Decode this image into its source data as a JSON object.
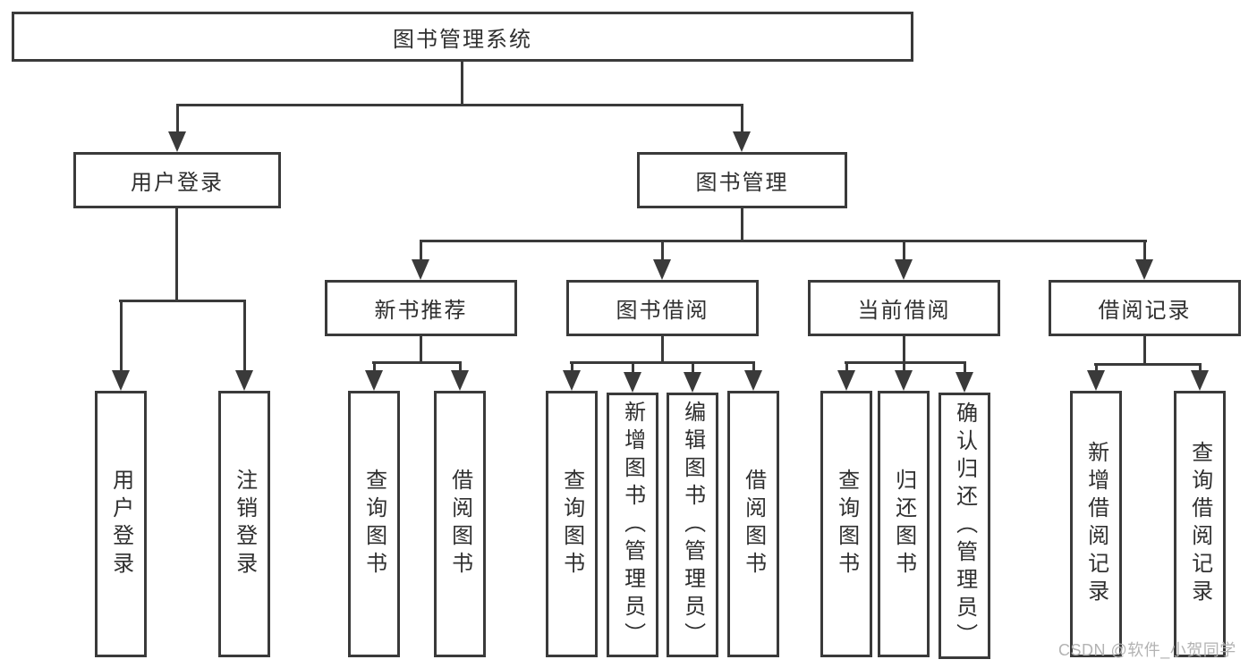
{
  "diagram": {
    "type": "hierarchy-tree",
    "direction": "top-down",
    "tree": {
      "root": {
        "label": "图书管理系统"
      },
      "level2": [
        {
          "label": "用户登录",
          "parent": "图书管理系统"
        },
        {
          "label": "图书管理",
          "parent": "图书管理系统"
        }
      ],
      "level3": [
        {
          "label": "新书推荐",
          "parent": "图书管理"
        },
        {
          "label": "图书借阅",
          "parent": "图书管理"
        },
        {
          "label": "当前借阅",
          "parent": "图书管理"
        },
        {
          "label": "借阅记录",
          "parent": "图书管理"
        }
      ],
      "leaves": [
        {
          "label": "用户登录",
          "parent": "用户登录"
        },
        {
          "label": "注销登录",
          "parent": "用户登录"
        },
        {
          "label": "查询图书",
          "parent": "新书推荐"
        },
        {
          "label": "借阅图书",
          "parent": "新书推荐"
        },
        {
          "label": "查询图书",
          "parent": "图书借阅"
        },
        {
          "label": "新增图书（管理员）",
          "parent": "图书借阅"
        },
        {
          "label": "编辑图书（管理员）",
          "parent": "图书借阅"
        },
        {
          "label": "借阅图书",
          "parent": "图书借阅"
        },
        {
          "label": "查询图书",
          "parent": "当前借阅"
        },
        {
          "label": "归还图书",
          "parent": "当前借阅"
        },
        {
          "label": "确认归还（管理员）",
          "parent": "当前借阅"
        },
        {
          "label": "新增借阅记录",
          "parent": "借阅记录"
        },
        {
          "label": "查询借阅记录",
          "parent": "借阅记录"
        }
      ]
    },
    "colors": {
      "line": "#3a3a3a",
      "text": "#2f2f2f",
      "box_fill": "#ffffff",
      "background": "#ffffff",
      "watermark": "#b3b3b3"
    }
  },
  "watermark": {
    "text": "CSDN @软件_小贺同学"
  }
}
